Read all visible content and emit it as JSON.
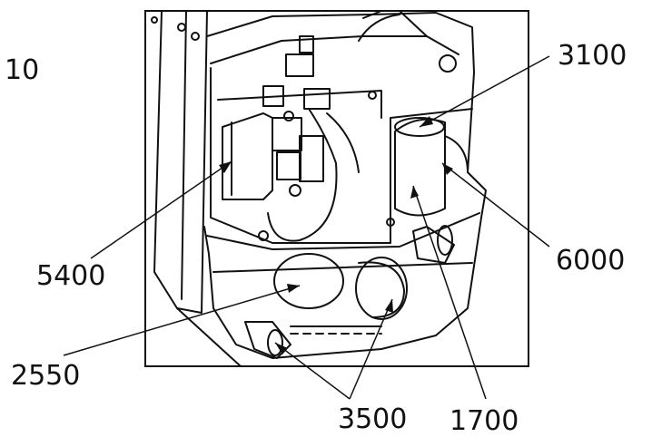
{
  "figure": {
    "figure_number": "10",
    "callouts": [
      {
        "id": "c3100",
        "label": "3100"
      },
      {
        "id": "c5400",
        "label": "5400"
      },
      {
        "id": "c6000",
        "label": "6000"
      },
      {
        "id": "c2550",
        "label": "2550"
      },
      {
        "id": "c3500",
        "label": "3500"
      },
      {
        "id": "c1700",
        "label": "1700"
      }
    ]
  },
  "colors": {
    "line": "#111111",
    "background": "#ffffff"
  }
}
